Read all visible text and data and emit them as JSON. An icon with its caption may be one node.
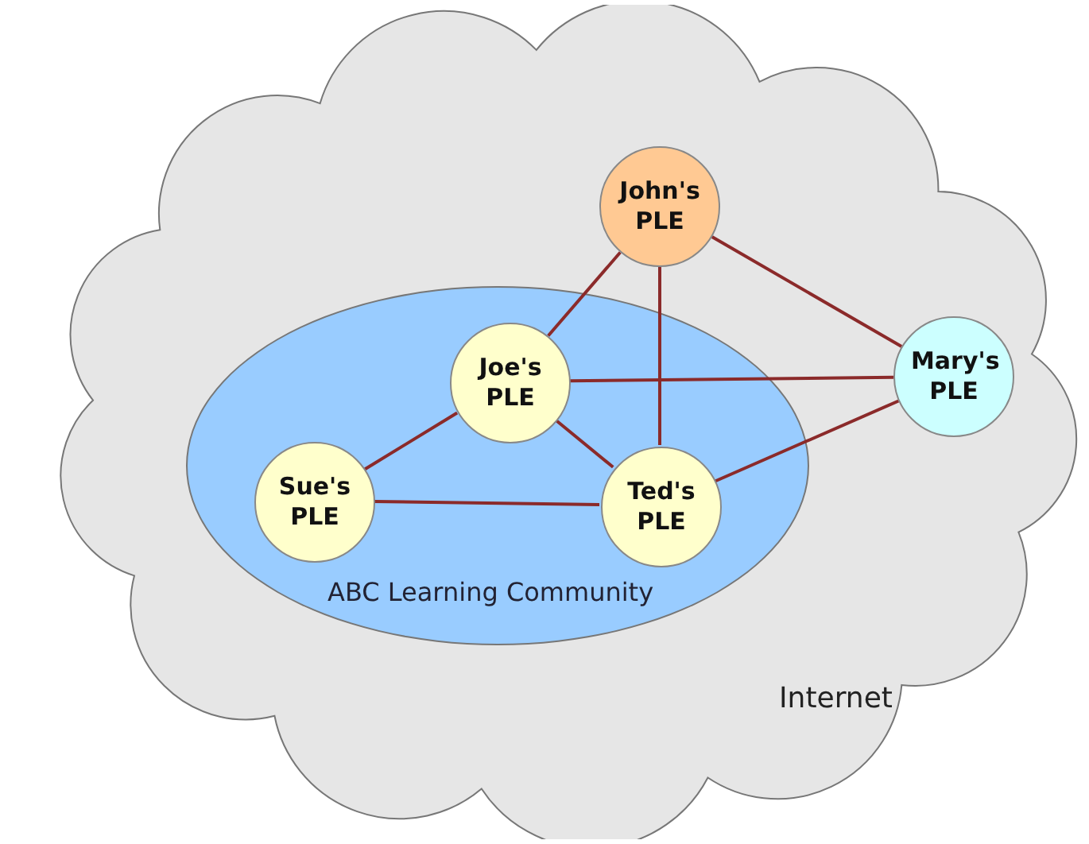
{
  "diagram": {
    "nodes": [
      {
        "text": [
          "Internet"
        ]
      },
      {
        "text": [
          "ABC Learning Community"
        ],
        "in": 0
      },
      {
        "text": [
          "John's PLE"
        ],
        "in": 0
      },
      {
        "text": [
          "Joe's PLE"
        ],
        "in": 1
      },
      {
        "text": [
          "Mary's PLE"
        ],
        "in": 0
      },
      {
        "text": [
          "Sue's PLE"
        ],
        "in": 1
      },
      {
        "text": [
          "Ted's PLE"
        ],
        "in": 1
      }
    ],
    "edges": [
      {
        "from": 2,
        "to": 3,
        "arrow": "none"
      },
      {
        "from": 2,
        "to": 6,
        "arrow": "none"
      },
      {
        "from": 2,
        "to": 4,
        "arrow": "none"
      },
      {
        "from": 3,
        "to": 4,
        "arrow": "none"
      },
      {
        "from": 3,
        "to": 5,
        "arrow": "none"
      },
      {
        "from": 3,
        "to": 6,
        "arrow": "none"
      },
      {
        "from": 5,
        "to": 6,
        "arrow": "none"
      },
      {
        "from": 6,
        "to": 4,
        "arrow": "none"
      }
    ]
  }
}
